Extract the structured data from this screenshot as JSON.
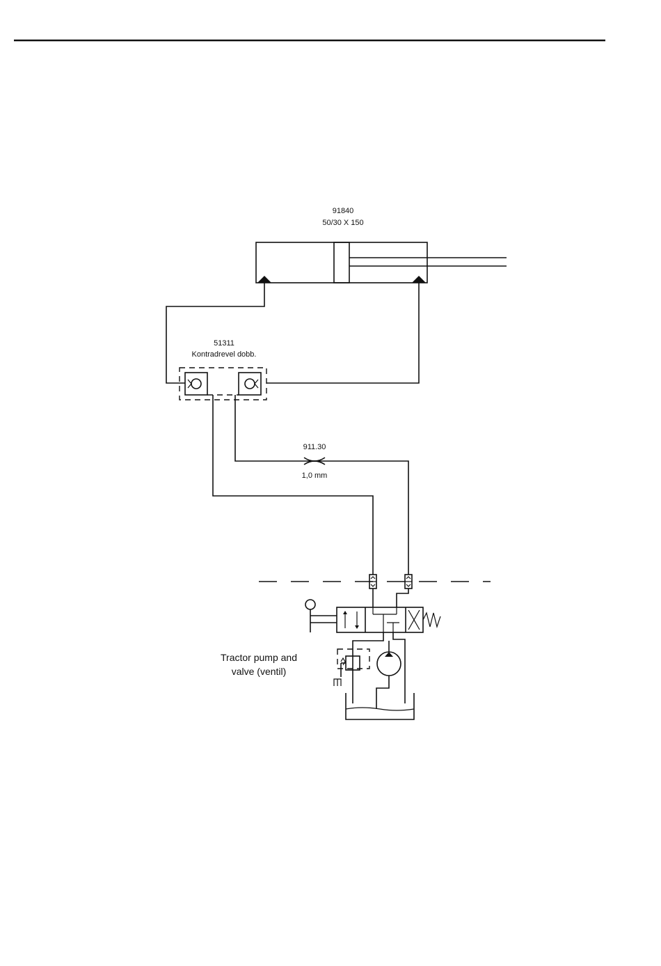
{
  "cylinder": {
    "id": "91840",
    "dims": "50/30 X 150"
  },
  "counterbalance_valve": {
    "id": "51311",
    "name": "Kontradrevel dobb."
  },
  "restrictor": {
    "id": "911.30",
    "size": "1,0 mm"
  },
  "tractor": {
    "line1": "Tractor pump and",
    "line2": "valve (ventil)"
  }
}
